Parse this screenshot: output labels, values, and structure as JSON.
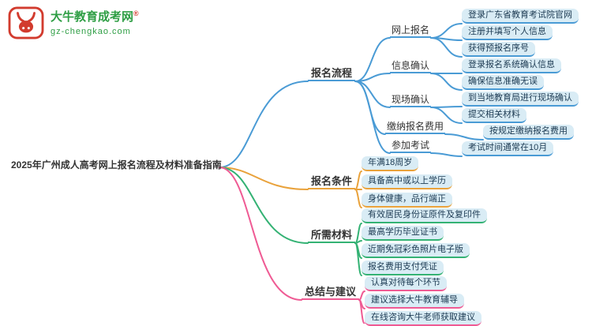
{
  "logo": {
    "brand": "大牛教育成考网",
    "mark": "®",
    "domain": "gz-chengkao.com",
    "icon": "bull-icon",
    "brand_color": "#2e9e44",
    "accent": "#d23b2e"
  },
  "central": {
    "title": "2025年广州成人高考网上报名流程及材料准备指南"
  },
  "palette": {
    "background": "#ffffff",
    "leaf_bg": "#d9ecf5",
    "leaf_text": "#1c3a52",
    "label_text": "#333333"
  },
  "branches": [
    {
      "label": "报名流程",
      "color": "#4a9bd5",
      "children": [
        {
          "label": "网上报名",
          "leaves": [
            "登录广东省教育考试院官网",
            "注册并填写个人信息",
            "获得预报名序号"
          ]
        },
        {
          "label": "信息确认",
          "leaves": [
            "登录报名系统确认信息",
            "确保信息准确无误"
          ]
        },
        {
          "label": "现场确认",
          "leaves": [
            "到当地教育局进行现场确认",
            "提交相关材料"
          ]
        },
        {
          "label": "缴纳报名费用",
          "leaves": [
            "按规定缴纳报名费用"
          ]
        },
        {
          "label": "参加考试",
          "leaves": [
            "考试时间通常在10月"
          ]
        }
      ]
    },
    {
      "label": "报名条件",
      "color": "#e9a23b",
      "leaves": [
        "年满18周岁",
        "具备高中或以上学历",
        "身体健康，品行端正"
      ]
    },
    {
      "label": "所需材料",
      "color": "#34b274",
      "leaves": [
        "有效居民身份证原件及复印件",
        "最高学历毕业证书",
        "近期免冠彩色照片电子版",
        "报名费用支付凭证"
      ]
    },
    {
      "label": "总结与建议",
      "color": "#ef5b94",
      "leaves": [
        "认真对待每个环节",
        "建议选择大牛教育辅导",
        "在线咨询大牛老师获取建议"
      ]
    }
  ]
}
